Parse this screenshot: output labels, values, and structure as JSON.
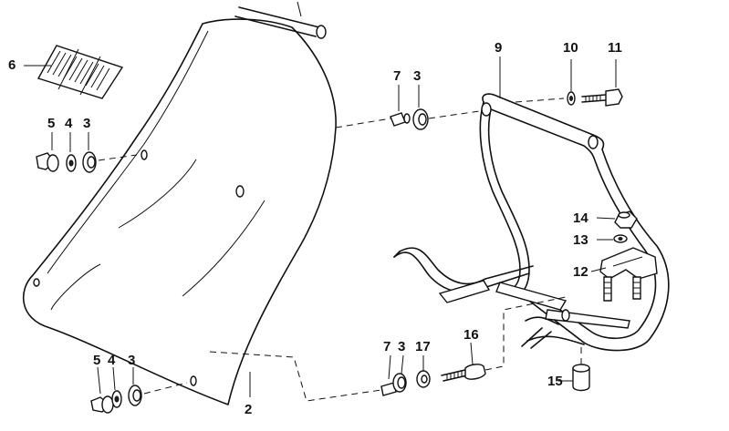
{
  "callouts": {
    "c1": "6",
    "c2": "5",
    "c3": "4",
    "c4": "3",
    "c5": "7",
    "c6": "3",
    "c7": "9",
    "c8": "10",
    "c9": "11",
    "c10": "14",
    "c11": "13",
    "c12": "12",
    "c13": "5",
    "c14": "4",
    "c15": "3",
    "c16": "2",
    "c17": "7",
    "c18": "3",
    "c19": "17",
    "c20": "16",
    "c21": "15"
  }
}
